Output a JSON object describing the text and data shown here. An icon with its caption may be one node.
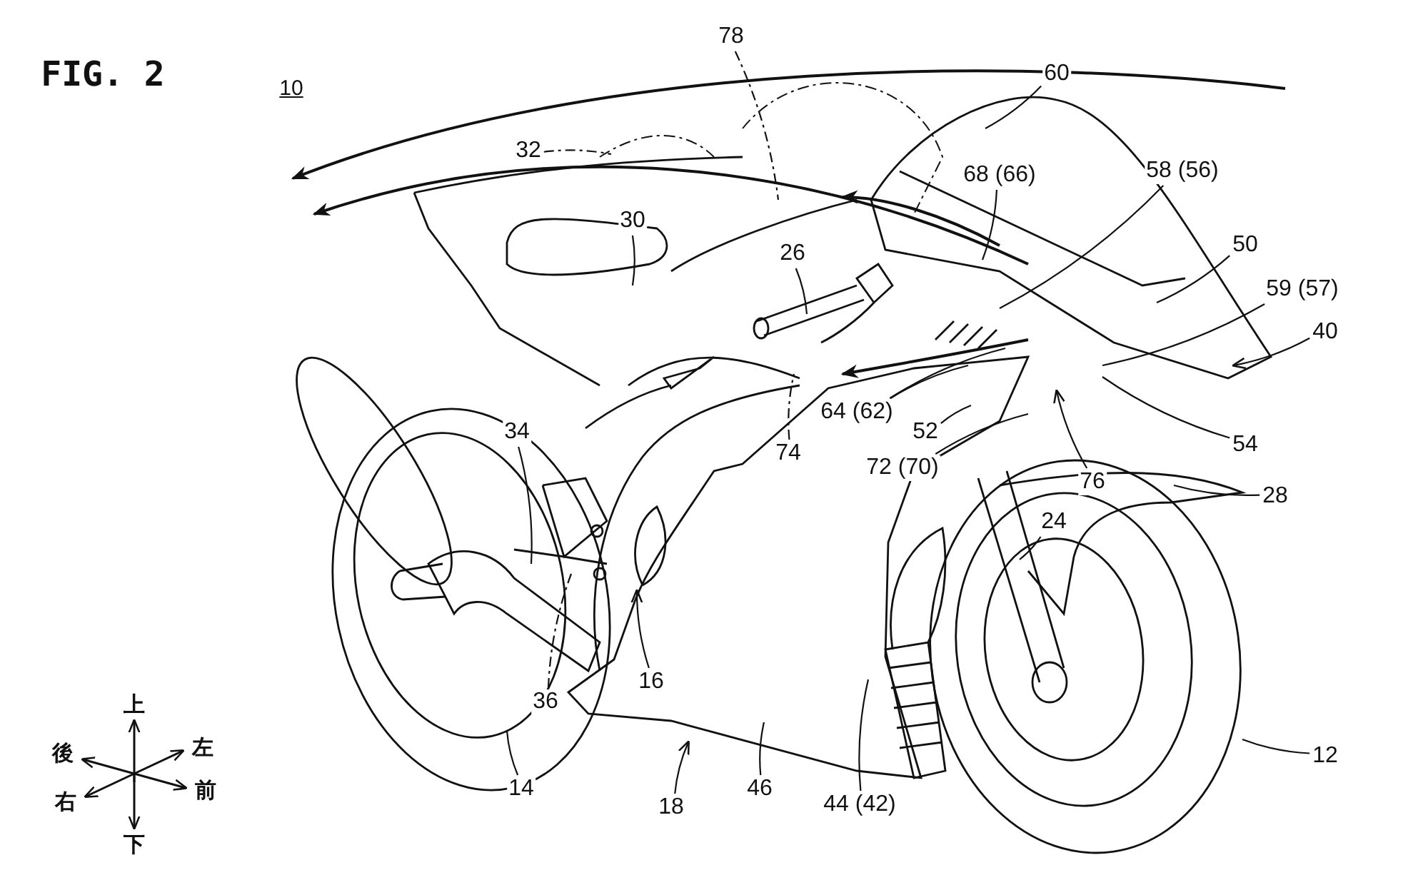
{
  "diagram": {
    "title": "FIG. 2",
    "nodes": [
      {
        "text": [
          "78"
        ]
      },
      {
        "text": [
          "60"
        ]
      },
      {
        "text": [
          "32"
        ]
      },
      {
        "text": [
          "68 (66)"
        ]
      },
      {
        "text": [
          "58 (56)"
        ]
      },
      {
        "text": [
          "30"
        ]
      },
      {
        "text": [
          "26"
        ]
      },
      {
        "text": [
          "50"
        ]
      },
      {
        "text": [
          "59 (57)"
        ]
      },
      {
        "text": [
          "40"
        ]
      },
      {
        "text": [
          "64 (62)"
        ]
      },
      {
        "text": [
          "74"
        ]
      },
      {
        "text": [
          "52"
        ]
      },
      {
        "text": [
          "54"
        ]
      },
      {
        "text": [
          "72 (70)"
        ]
      },
      {
        "text": [
          "76"
        ]
      },
      {
        "text": [
          "34"
        ]
      },
      {
        "text": [
          "28"
        ]
      },
      {
        "text": [
          "24"
        ]
      },
      {
        "text": [
          "16"
        ]
      },
      {
        "text": [
          "36"
        ]
      },
      {
        "text": [
          "14"
        ]
      },
      {
        "text": [
          "18"
        ]
      },
      {
        "text": [
          "46"
        ]
      },
      {
        "text": [
          "44 (42)"
        ]
      },
      {
        "text": [
          "12"
        ]
      }
    ],
    "edges": [
      {
        "from": 0,
        "to": null,
        "arrow": "none",
        "style": "dashed"
      },
      {
        "from": 1,
        "to": null,
        "arrow": "none"
      },
      {
        "from": 2,
        "to": null,
        "arrow": "none",
        "style": "dashed"
      },
      {
        "from": 3,
        "to": null,
        "arrow": "none"
      },
      {
        "from": 4,
        "to": null,
        "arrow": "none"
      },
      {
        "from": 5,
        "to": null,
        "arrow": "none"
      },
      {
        "from": 6,
        "to": null,
        "arrow": "none"
      },
      {
        "from": 7,
        "to": null,
        "arrow": "none"
      },
      {
        "from": 8,
        "to": null,
        "arrow": "none"
      },
      {
        "from": 9,
        "to": null,
        "arrow": "to"
      },
      {
        "from": 10,
        "to": null,
        "arrow": "none"
      },
      {
        "from": 10,
        "to": null,
        "arrow": "none"
      },
      {
        "from": 11,
        "to": null,
        "arrow": "none",
        "style": "dashed"
      },
      {
        "from": 12,
        "to": null,
        "arrow": "none"
      },
      {
        "from": 13,
        "to": null,
        "arrow": "none"
      },
      {
        "from": 14,
        "to": null,
        "arrow": "none"
      },
      {
        "from": 15,
        "to": null,
        "arrow": "to"
      },
      {
        "from": 16,
        "to": null,
        "arrow": "none"
      },
      {
        "from": 17,
        "to": null,
        "arrow": "none"
      },
      {
        "from": 18,
        "to": null,
        "arrow": "none"
      },
      {
        "from": 19,
        "to": null,
        "arrow": "to"
      },
      {
        "from": 20,
        "to": null,
        "arrow": "none",
        "style": "dashed"
      },
      {
        "from": 21,
        "to": null,
        "arrow": "none"
      },
      {
        "from": 22,
        "to": null,
        "arrow": "to"
      },
      {
        "from": 23,
        "to": null,
        "arrow": "none"
      },
      {
        "from": 24,
        "to": null,
        "arrow": "none"
      },
      {
        "from": 25,
        "to": null,
        "arrow": "none"
      }
    ],
    "labels": [
      "10",
      "上",
      "後",
      "左",
      "右",
      "前",
      "下"
    ]
  }
}
